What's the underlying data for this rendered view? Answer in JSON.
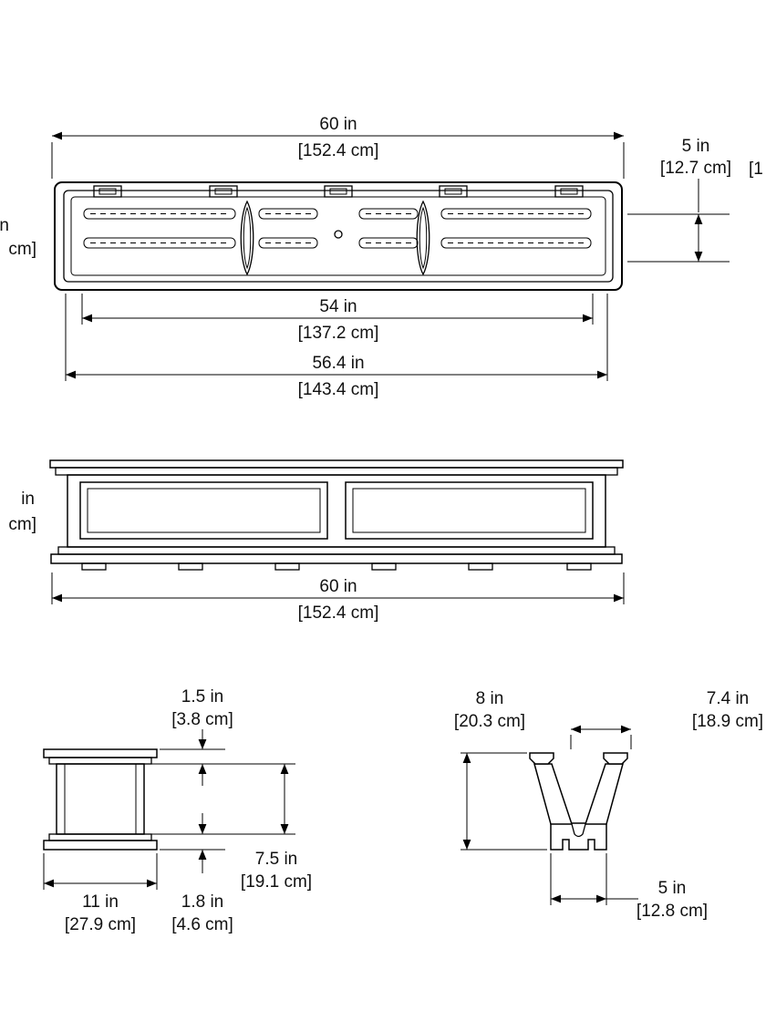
{
  "canvas": {
    "background": "#ffffff",
    "line_color": "#000000"
  },
  "views": {
    "top": {
      "width_in": "60 in",
      "width_cm": "[152.4 cm]",
      "depth_in": "5 in",
      "depth_cm": "[12.7 cm]",
      "clipped_right": "[1",
      "clipped_left_1": "n",
      "clipped_left_2": "cm]",
      "inner_in": "54 in",
      "inner_cm": "[137.2 cm]",
      "outer_in": "56.4 in",
      "outer_cm": "[143.4 cm]"
    },
    "front": {
      "clipped_left_1": "in",
      "clipped_left_2": "cm]",
      "width_in": "60 in",
      "width_cm": "[152.4 cm]"
    },
    "end": {
      "cap_in": "1.5 in",
      "cap_cm": "[3.8 cm]",
      "height_in": "7.5 in",
      "height_cm": "[19.1 cm]",
      "width_in": "11 in",
      "width_cm": "[27.9 cm]",
      "base_in": "1.8 in",
      "base_cm": "[4.6 cm]"
    },
    "section": {
      "height_in": "8 in",
      "height_cm": "[20.3 cm]",
      "top_in": "7.4 in",
      "top_cm": "[18.9 cm]",
      "bottom_in": "5 in",
      "bottom_cm": "[12.8 cm]"
    }
  }
}
